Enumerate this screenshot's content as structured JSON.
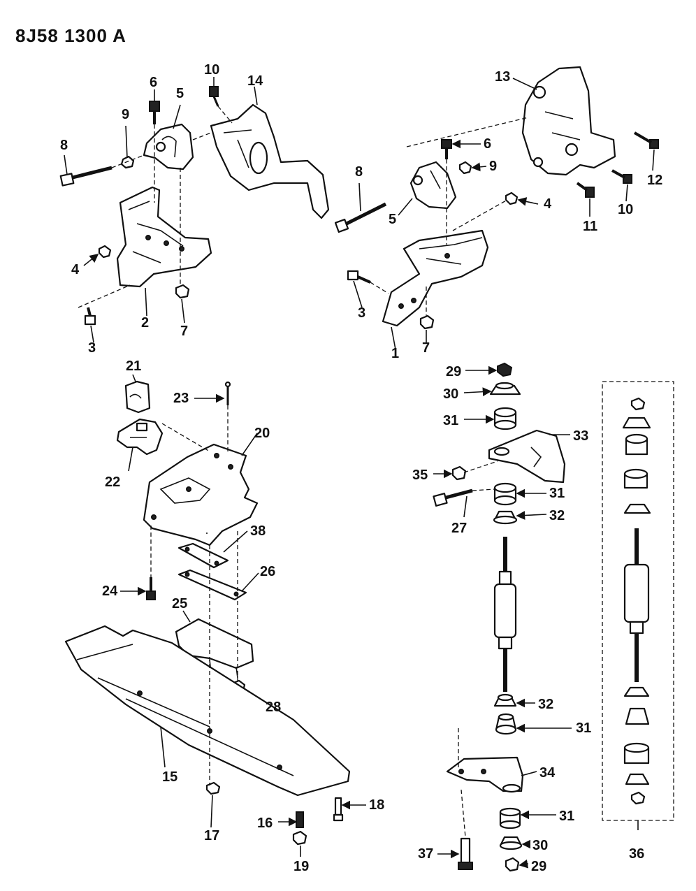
{
  "document_code": "8J58 1300 A",
  "callouts": [
    {
      "id": "c1",
      "label": "1"
    },
    {
      "id": "c2",
      "label": "2"
    },
    {
      "id": "c3a",
      "label": "3"
    },
    {
      "id": "c3b",
      "label": "3"
    },
    {
      "id": "c4a",
      "label": "4"
    },
    {
      "id": "c4b",
      "label": "4"
    },
    {
      "id": "c5a",
      "label": "5"
    },
    {
      "id": "c5b",
      "label": "5"
    },
    {
      "id": "c6a",
      "label": "6"
    },
    {
      "id": "c6b",
      "label": "6"
    },
    {
      "id": "c7a",
      "label": "7"
    },
    {
      "id": "c7b",
      "label": "7"
    },
    {
      "id": "c8a",
      "label": "8"
    },
    {
      "id": "c8b",
      "label": "8"
    },
    {
      "id": "c9a",
      "label": "9"
    },
    {
      "id": "c9b",
      "label": "9"
    },
    {
      "id": "c10a",
      "label": "10"
    },
    {
      "id": "c10b",
      "label": "10"
    },
    {
      "id": "c11",
      "label": "11"
    },
    {
      "id": "c12",
      "label": "12"
    },
    {
      "id": "c13",
      "label": "13"
    },
    {
      "id": "c14",
      "label": "14"
    },
    {
      "id": "c15",
      "label": "15"
    },
    {
      "id": "c16",
      "label": "16"
    },
    {
      "id": "c17",
      "label": "17"
    },
    {
      "id": "c18",
      "label": "18"
    },
    {
      "id": "c19",
      "label": "19"
    },
    {
      "id": "c20",
      "label": "20"
    },
    {
      "id": "c21",
      "label": "21"
    },
    {
      "id": "c22",
      "label": "22"
    },
    {
      "id": "c23",
      "label": "23"
    },
    {
      "id": "c24",
      "label": "24"
    },
    {
      "id": "c25",
      "label": "25"
    },
    {
      "id": "c26",
      "label": "26"
    },
    {
      "id": "c27",
      "label": "27"
    },
    {
      "id": "c28",
      "label": "28"
    },
    {
      "id": "c29a",
      "label": "29"
    },
    {
      "id": "c29b",
      "label": "29"
    },
    {
      "id": "c30a",
      "label": "30"
    },
    {
      "id": "c30b",
      "label": "30"
    },
    {
      "id": "c31a",
      "label": "31"
    },
    {
      "id": "c31b",
      "label": "31"
    },
    {
      "id": "c31c",
      "label": "31"
    },
    {
      "id": "c31d",
      "label": "31"
    },
    {
      "id": "c32a",
      "label": "32"
    },
    {
      "id": "c32b",
      "label": "32"
    },
    {
      "id": "c33",
      "label": "33"
    },
    {
      "id": "c34",
      "label": "34"
    },
    {
      "id": "c35",
      "label": "35"
    },
    {
      "id": "c36",
      "label": "36"
    },
    {
      "id": "c37",
      "label": "37"
    },
    {
      "id": "c38",
      "label": "38"
    }
  ]
}
